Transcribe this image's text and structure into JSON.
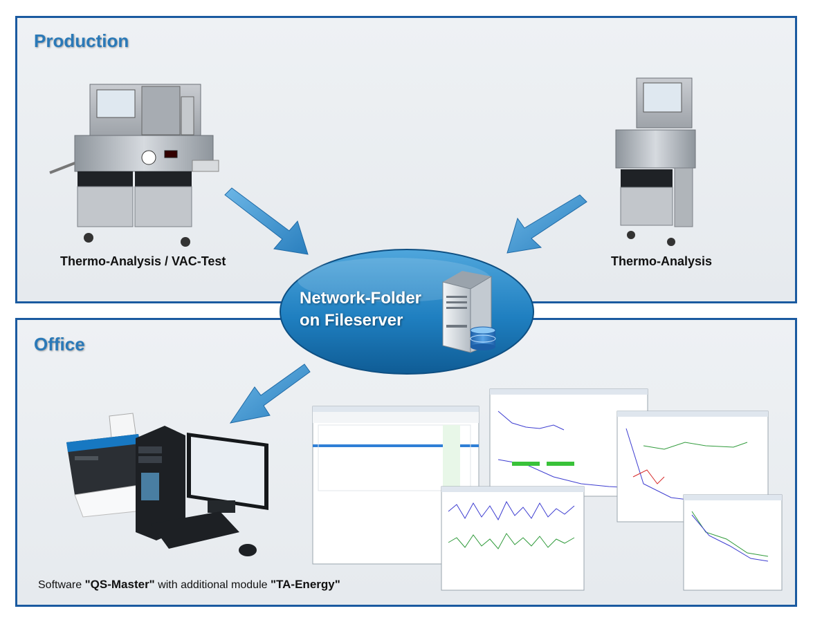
{
  "production": {
    "title": "Production",
    "machine_left_caption": "Thermo-Analysis / VAC-Test",
    "machine_right_caption": "Thermo-Analysis"
  },
  "office": {
    "title": "Office",
    "software_prefix": "Software ",
    "software_name": "\"QS-Master\"",
    "software_middle": " with additional module ",
    "module_name": "\"TA-Energy\""
  },
  "server": {
    "line1": "Network-Folder",
    "line2": "on Fileserver"
  },
  "colors": {
    "frame": "#1a5aa0",
    "title": "#2a79b8",
    "ellipse": "#1f7fc0",
    "arrow": "#3a90cc"
  },
  "icons": {
    "server": "server-icon",
    "database": "database-icon",
    "arrow": "arrow-icon",
    "printer": "printer-icon",
    "computer": "computer-icon"
  }
}
